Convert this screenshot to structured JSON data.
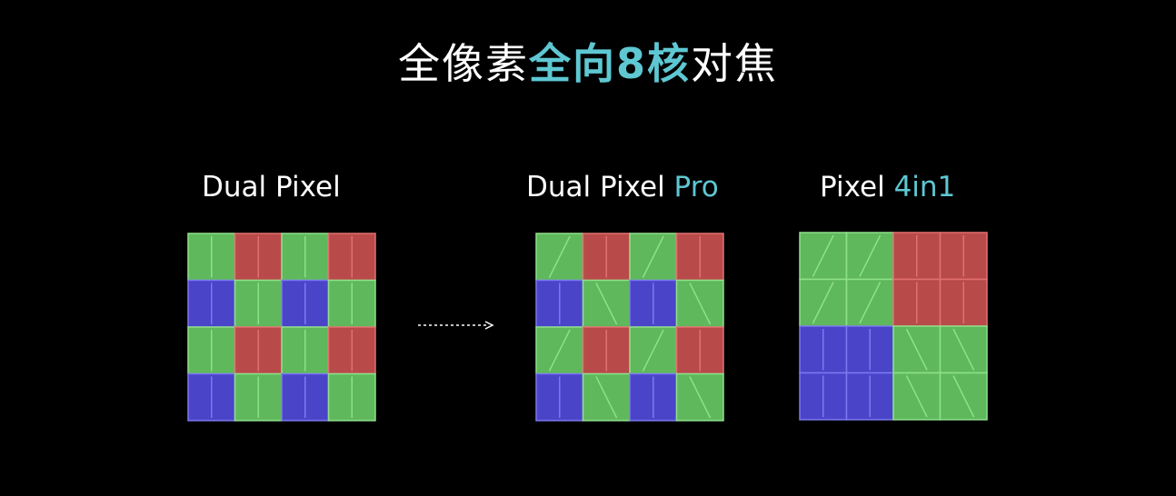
{
  "title": {
    "prefix": "全像素",
    "highlight": "全向8核",
    "suffix": "对焦"
  },
  "colors": {
    "accent": "#5ec7d2",
    "green": "#5fb85c",
    "green_line": "#8fe08a",
    "red": "#b84a4a",
    "red_line": "#e27070",
    "blue": "#4a44c8",
    "blue_line": "#7c78f0"
  },
  "diagrams": [
    {
      "id": "dual",
      "label_main": "Dual Pixel",
      "label_accent": "",
      "pixel_type": "vertical-split",
      "rows": [
        [
          "G",
          "R",
          "G",
          "R"
        ],
        [
          "B",
          "G",
          "B",
          "G"
        ],
        [
          "G",
          "R",
          "G",
          "R"
        ],
        [
          "B",
          "G",
          "B",
          "G"
        ]
      ],
      "green_splits": [
        [
          "v",
          "v",
          "v",
          "v"
        ],
        [
          "v",
          "v",
          "v",
          "v"
        ],
        [
          "v",
          "v",
          "v",
          "v"
        ],
        [
          "v",
          "v",
          "v",
          "v"
        ]
      ]
    },
    {
      "id": "pro",
      "label_main": "Dual Pixel ",
      "label_accent": "Pro",
      "pixel_type": "mixed-split",
      "rows": [
        [
          "G",
          "R",
          "G",
          "R"
        ],
        [
          "B",
          "G",
          "B",
          "G"
        ],
        [
          "G",
          "R",
          "G",
          "R"
        ],
        [
          "B",
          "G",
          "B",
          "G"
        ]
      ],
      "green_splits": [
        [
          "d1",
          "v",
          "d1",
          "v"
        ],
        [
          "v",
          "d2",
          "v",
          "d2"
        ],
        [
          "d1",
          "v",
          "d1",
          "v"
        ],
        [
          "v",
          "d2",
          "v",
          "d2"
        ]
      ]
    },
    {
      "id": "4in1",
      "label_main": "Pixel ",
      "label_accent": "4in1",
      "pixel_type": "quad-bayer",
      "rows": [
        [
          "G",
          "G",
          "R",
          "R"
        ],
        [
          "G",
          "G",
          "R",
          "R"
        ],
        [
          "B",
          "B",
          "G",
          "G"
        ],
        [
          "B",
          "B",
          "G",
          "G"
        ]
      ],
      "green_splits": [
        [
          "d1",
          "d1",
          "v",
          "v"
        ],
        [
          "d1",
          "d1",
          "v",
          "v"
        ],
        [
          "v",
          "v",
          "d2",
          "d2"
        ],
        [
          "v",
          "v",
          "d2",
          "d2"
        ]
      ]
    }
  ]
}
